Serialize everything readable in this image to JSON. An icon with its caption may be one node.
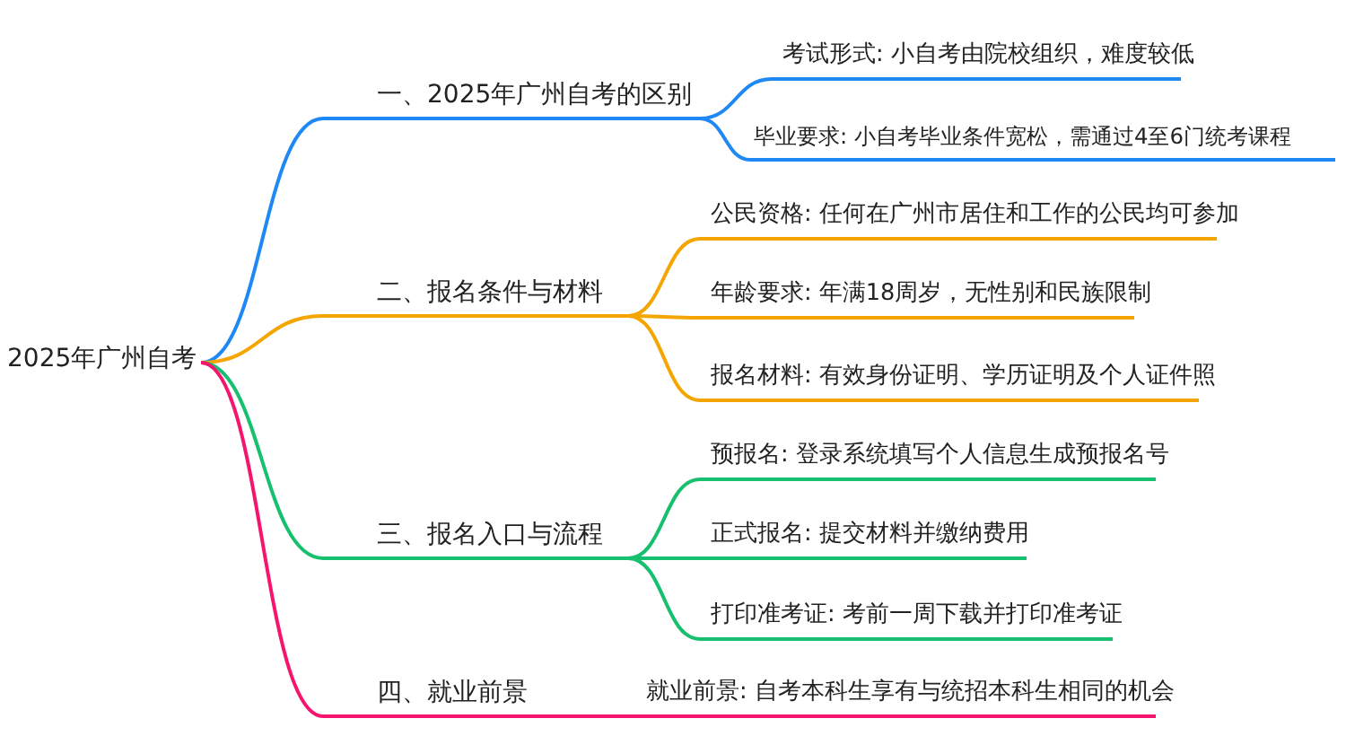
{
  "diagram": {
    "nodes": [
      {
        "text": [
          "2025年广州自考"
        ]
      },
      {
        "text": [
          "一、2025年广州自考的区别"
        ]
      },
      {
        "text": [
          "考试形式: 小自考由院校组织，难度较低"
        ]
      },
      {
        "text": [
          "毕业要求: 小自考毕业条件宽松，需通过4至6门统考课程"
        ]
      },
      {
        "text": [
          "二、报名条件与材料"
        ]
      },
      {
        "text": [
          "公民资格: 任何在广州市居住和工作的公民均可参加"
        ]
      },
      {
        "text": [
          "年龄要求: 年满18周岁，无性别和民族限制"
        ]
      },
      {
        "text": [
          "报名材料: 有效身份证明、学历证明及个人证件照"
        ]
      },
      {
        "text": [
          "三、报名入口与流程"
        ]
      },
      {
        "text": [
          "预报名: 登录系统填写个人信息生成预报名号"
        ]
      },
      {
        "text": [
          "正式报名: 提交材料并缴纳费用"
        ]
      },
      {
        "text": [
          "打印准考证: 考前一周下载并打印准考证"
        ]
      },
      {
        "text": [
          "四、就业前景"
        ]
      },
      {
        "text": [
          "就业前景: 自考本科生享有与统招本科生相同的机会"
        ]
      }
    ],
    "edges": [
      {
        "from": 0,
        "to": 1,
        "arrow": "none",
        "color": "#1e88f5"
      },
      {
        "from": 1,
        "to": 2,
        "arrow": "none",
        "color": "#1e88f5"
      },
      {
        "from": 1,
        "to": 3,
        "arrow": "none",
        "color": "#1e88f5"
      },
      {
        "from": 0,
        "to": 4,
        "arrow": "none",
        "color": "#f5a500"
      },
      {
        "from": 4,
        "to": 5,
        "arrow": "none",
        "color": "#f5a500"
      },
      {
        "from": 4,
        "to": 6,
        "arrow": "none",
        "color": "#f5a500"
      },
      {
        "from": 4,
        "to": 7,
        "arrow": "none",
        "color": "#f5a500"
      },
      {
        "from": 0,
        "to": 8,
        "arrow": "none",
        "color": "#16c06e"
      },
      {
        "from": 8,
        "to": 9,
        "arrow": "none",
        "color": "#16c06e"
      },
      {
        "from": 8,
        "to": 10,
        "arrow": "none",
        "color": "#16c06e"
      },
      {
        "from": 8,
        "to": 11,
        "arrow": "none",
        "color": "#16c06e"
      },
      {
        "from": 0,
        "to": 12,
        "arrow": "none",
        "color": "#f5146e"
      },
      {
        "from": 12,
        "to": 13,
        "arrow": "none",
        "color": "#f5146e"
      }
    ]
  }
}
